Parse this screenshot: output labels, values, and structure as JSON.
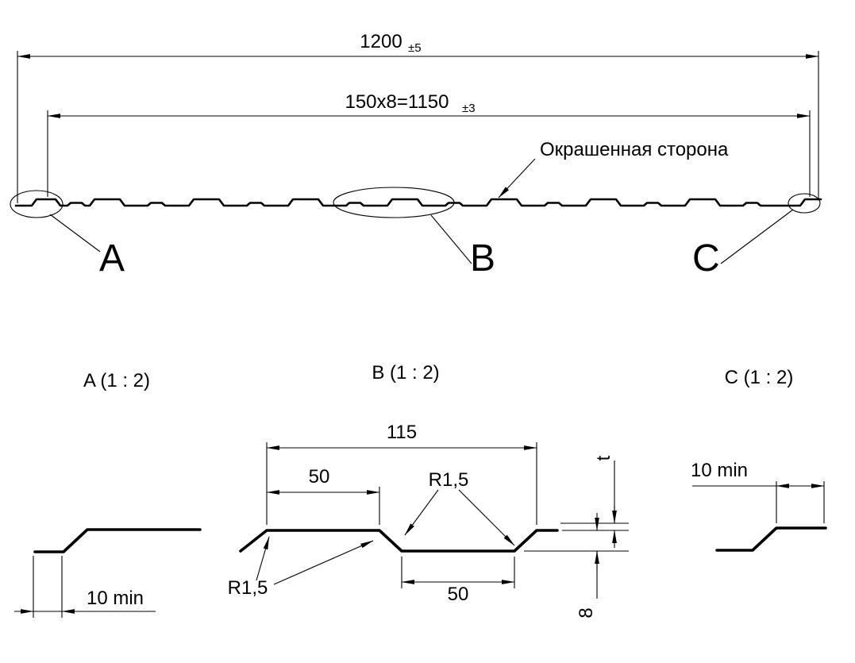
{
  "main_view": {
    "dim_overall": {
      "value": "1200",
      "tolerance": "±5"
    },
    "dim_pitch": {
      "value": "150x8=1150",
      "tolerance": "±3"
    },
    "painted_side_label": "Окрашенная сторона",
    "callout_a": "A",
    "callout_b": "B",
    "callout_c": "C"
  },
  "details": {
    "a": {
      "title": "A (1 : 2)",
      "dim_edge": "10 min"
    },
    "b": {
      "title": "B (1 : 2)",
      "dim_total": "115",
      "dim_top_flat": "50",
      "radius_top": "R1,5",
      "radius_bottom": "R1,5",
      "dim_bottom_flat": "50",
      "dim_height": "8",
      "dim_thickness": "t"
    },
    "c": {
      "title": "C (1 : 2)",
      "dim_edge": "10 min"
    }
  }
}
